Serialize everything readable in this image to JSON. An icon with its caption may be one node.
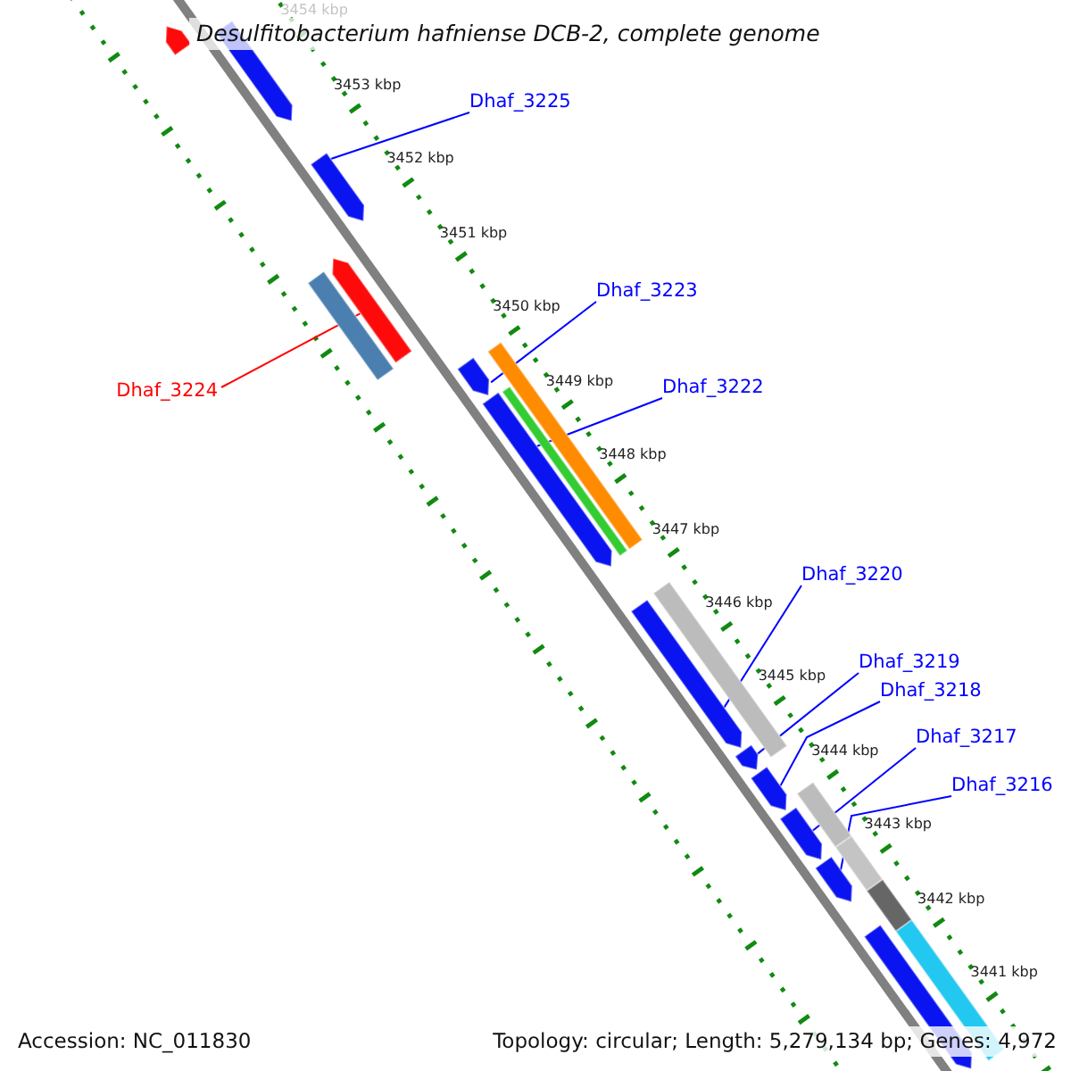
{
  "diagram": {
    "title": "Desulfitobacterium hafniense DCB-2, complete genome",
    "nodes": [
      {
        "text": [
          "Dhaf_3225"
        ]
      },
      {
        "text": [
          "Dhaf_3223"
        ]
      },
      {
        "text": [
          "Dhaf_3224"
        ]
      },
      {
        "text": [
          "Dhaf_3222"
        ]
      },
      {
        "text": [
          "Dhaf_3220"
        ]
      },
      {
        "text": [
          "Dhaf_3219"
        ]
      },
      {
        "text": [
          "Dhaf_3218"
        ]
      },
      {
        "text": [
          "Dhaf_3217"
        ]
      },
      {
        "text": [
          "Dhaf_3216"
        ]
      },
      {
        "text": [],
        "shape": "pentagon"
      },
      {
        "text": [],
        "shape": "pentagon"
      },
      {
        "text": [],
        "shape": "pentagon"
      },
      {
        "text": [],
        "shape": "pentagon"
      },
      {
        "text": [],
        "shape": "bar"
      },
      {
        "text": [],
        "shape": "pentagon"
      },
      {
        "text": [],
        "shape": "bar"
      },
      {
        "text": [],
        "shape": "pentagon"
      },
      {
        "text": [],
        "shape": "bar"
      },
      {
        "text": [],
        "shape": "pentagon"
      },
      {
        "text": [],
        "shape": "bar"
      },
      {
        "text": [],
        "shape": "pentagon"
      },
      {
        "text": [],
        "shape": "pentagon"
      },
      {
        "text": [],
        "shape": "bar"
      },
      {
        "text": [],
        "shape": "pentagon"
      },
      {
        "text": [],
        "shape": "bar"
      },
      {
        "text": [],
        "shape": "pentagon"
      },
      {
        "text": [],
        "shape": "bar"
      },
      {
        "text": [],
        "shape": "pentagon"
      },
      {
        "text": [],
        "shape": "bar"
      }
    ],
    "edges": [
      {
        "from": 0,
        "to": 11,
        "arrow": "none"
      },
      {
        "from": 1,
        "to": 14,
        "arrow": "none"
      },
      {
        "from": 2,
        "to": 12,
        "arrow": "none",
        "color": "#ff0000"
      },
      {
        "from": 3,
        "to": 16,
        "arrow": "none"
      },
      {
        "from": 4,
        "to": 18,
        "arrow": "none"
      },
      {
        "from": 5,
        "to": 20,
        "arrow": "none"
      },
      {
        "from": 6,
        "to": 21,
        "arrow": "none"
      },
      {
        "from": 7,
        "to": 23,
        "arrow": "none"
      },
      {
        "from": 8,
        "to": 25,
        "arrow": "none"
      }
    ],
    "labels": [
      "3454 kbp",
      "3453 kbp",
      "3452 kbp",
      "3451 kbp",
      "3450 kbp",
      "3449 kbp",
      "3448 kbp",
      "3447 kbp",
      "3446 kbp",
      "3445 kbp",
      "3444 kbp",
      "3443 kbp",
      "3442 kbp",
      "3441 kbp",
      "Accession: NC_011830",
      "Topology: circular; Length: 5,279,134 bp; Genes: 4,972"
    ]
  }
}
